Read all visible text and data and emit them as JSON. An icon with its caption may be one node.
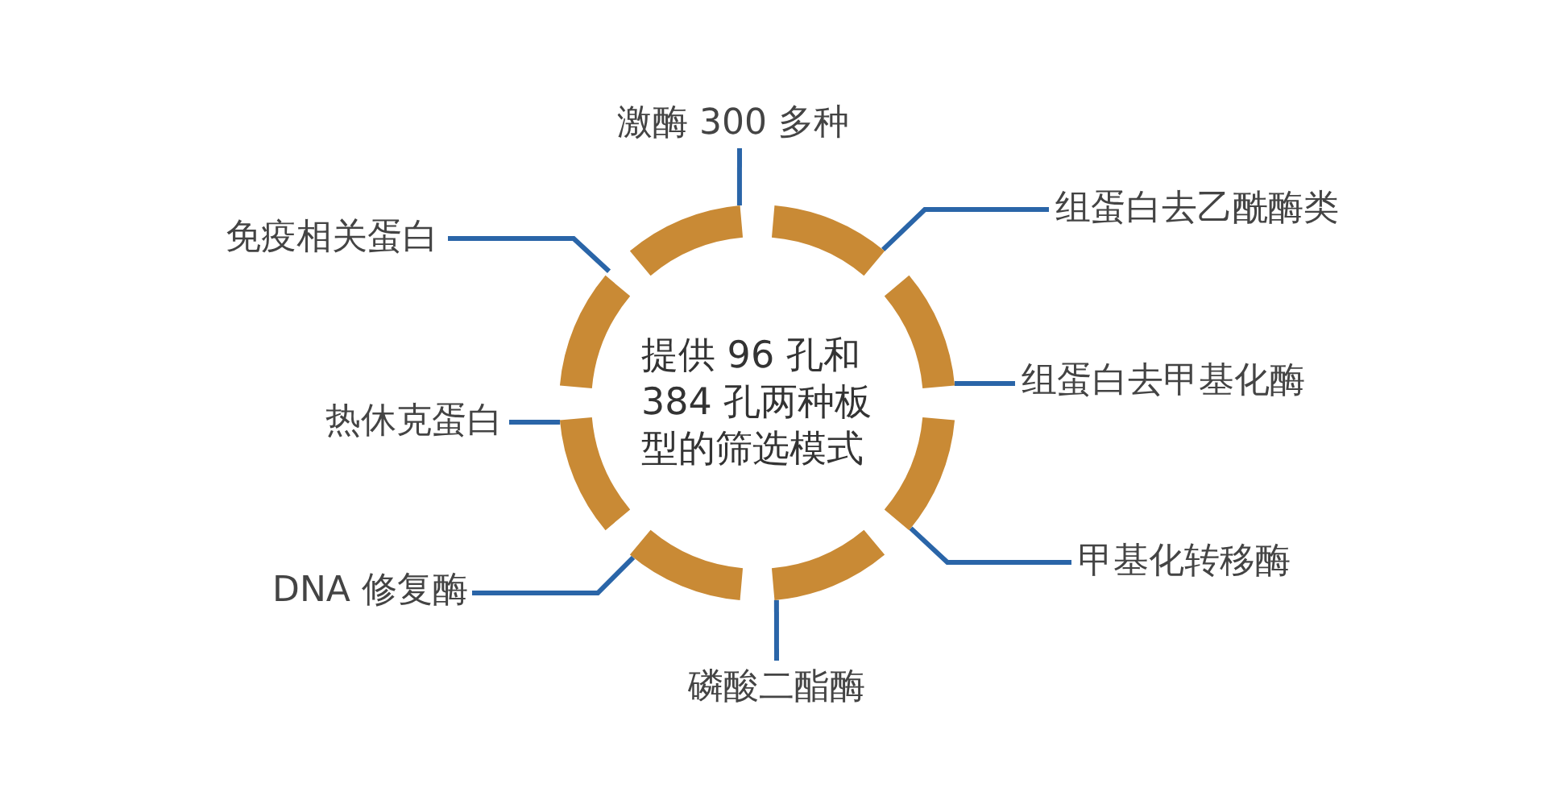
{
  "diagram": {
    "nodes": [
      {
        "text": [
          "提供 96 孔和 384 孔两种板型的筛选模式"
        ]
      },
      {
        "text": [
          "激酶 300 多种"
        ]
      },
      {
        "text": [
          "免疫相关蛋白"
        ]
      },
      {
        "text": [
          "组蛋白去乙酰酶类"
        ]
      },
      {
        "text": [
          "组蛋白去甲基化酶"
        ]
      },
      {
        "text": [
          "热休克蛋白"
        ]
      },
      {
        "text": [
          "甲基化转移酶"
        ]
      },
      {
        "text": [
          "DNA 修复酶"
        ]
      },
      {
        "text": [
          "磷酸二酯酶"
        ]
      }
    ],
    "edges": [
      {
        "from": 1,
        "to": 0,
        "arrow": "none"
      },
      {
        "from": 2,
        "to": 0,
        "arrow": "none"
      },
      {
        "from": 3,
        "to": 0,
        "arrow": "none"
      },
      {
        "from": 4,
        "to": 0,
        "arrow": "none"
      },
      {
        "from": 5,
        "to": 0,
        "arrow": "none"
      },
      {
        "from": 6,
        "to": 0,
        "arrow": "none"
      },
      {
        "from": 7,
        "to": 0,
        "arrow": "none"
      },
      {
        "from": 8,
        "to": 0,
        "arrow": "none"
      }
    ]
  }
}
